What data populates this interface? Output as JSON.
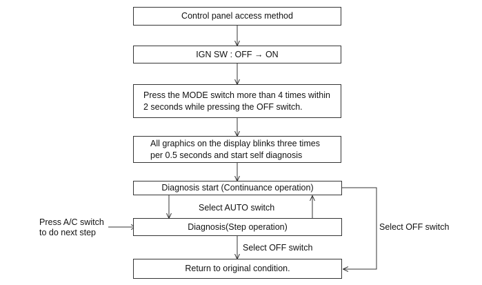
{
  "steps": {
    "access": "Control panel access method",
    "ign": "IGN SW : OFF → ON",
    "press": [
      "Press the MODE switch more than 4 times within",
      "2 seconds while pressing the OFF switch."
    ],
    "graphics": [
      "All graphics on the display blinks three times",
      "per 0.5 seconds and start self diagnosis"
    ],
    "diag_start": "Diagnosis start (Continuance operation)",
    "diag_step": "Diagnosis(Step operation)",
    "return": "Return to original condition."
  },
  "labels": {
    "select_auto": "Select AUTO switch",
    "press_ac": [
      "Press A/C switch",
      "to do next step"
    ],
    "select_off_mid": "Select OFF switch",
    "select_off_right": "Select OFF switch"
  },
  "colors": {
    "line": "#333333",
    "text": "#111111"
  }
}
